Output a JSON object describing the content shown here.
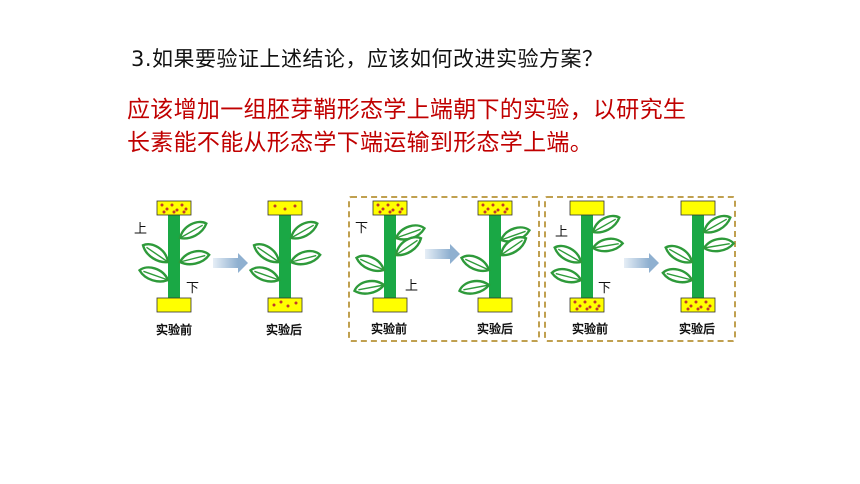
{
  "question": "3.如果要验证上述结论，应该如何改进实验方案？",
  "answer_lines": [
    "应该增加一组胚芽鞘形态学上端朝下的实验，以研究生",
    "长素能不能从形态学下端运输到形态学上端。"
  ],
  "labels": {
    "before": "实验前",
    "after": "实验后",
    "top": "上",
    "bottom": "下"
  },
  "colors": {
    "stem": "#1aa845",
    "block": "#ffff00",
    "dot": "#c0392b",
    "leaf": "#2e9a3a",
    "arrow": "#8fb0d0",
    "dashed": "#c0a050",
    "answer": "#c00000"
  }
}
